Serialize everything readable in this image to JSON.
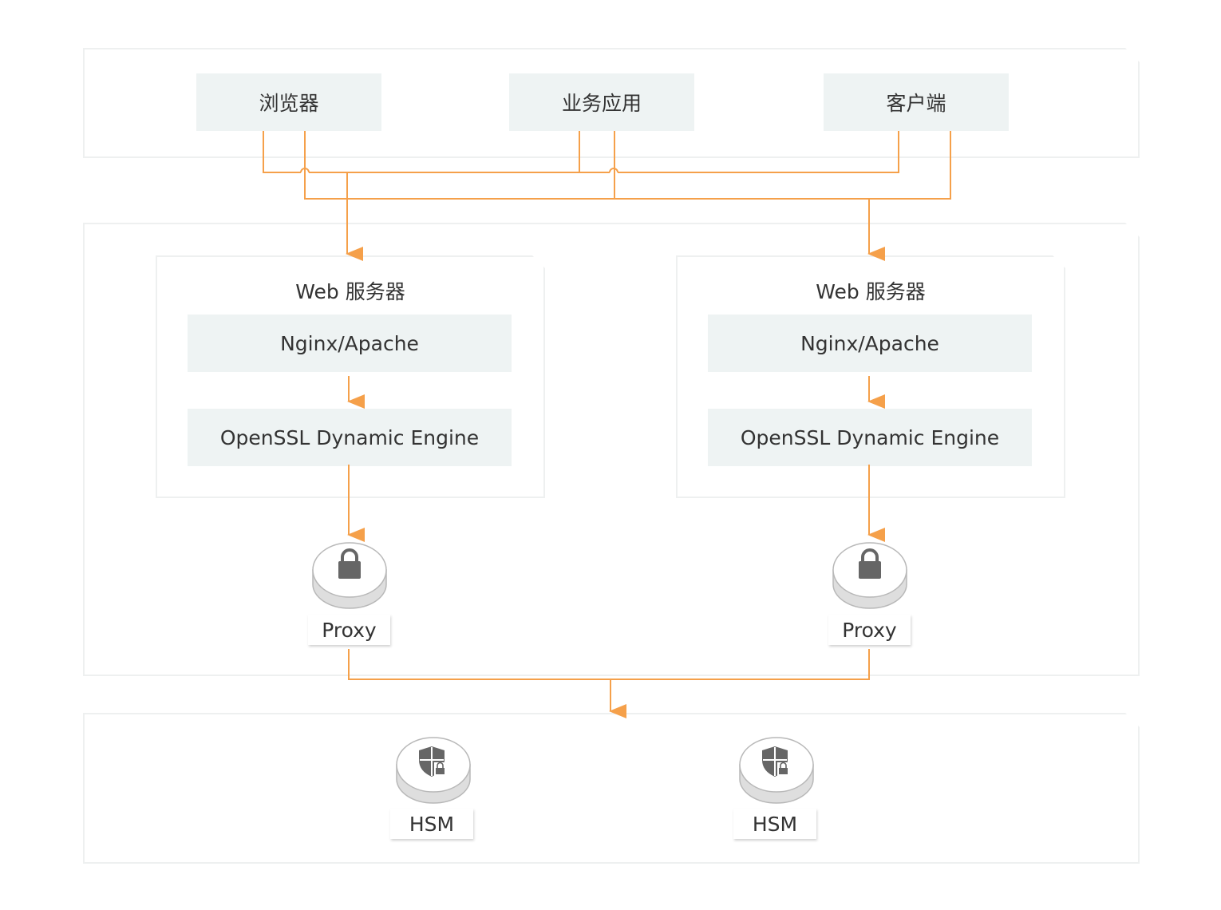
{
  "colors": {
    "connector": "#f5a04a",
    "box_fill": "#eef3f3",
    "tier_border": "#eef0f0",
    "icon": "#666666"
  },
  "clients": {
    "browser": "浏览器",
    "business_app": "业务应用",
    "desktop_client": "客户端"
  },
  "web_servers": [
    {
      "title": "Web 服务器",
      "server": "Nginx/Apache",
      "engine": "OpenSSL Dynamic Engine"
    },
    {
      "title": "Web 服务器",
      "server": "Nginx/Apache",
      "engine": "OpenSSL Dynamic Engine"
    }
  ],
  "proxies": [
    {
      "label": "Proxy",
      "icon": "lock-icon"
    },
    {
      "label": "Proxy",
      "icon": "lock-icon"
    }
  ],
  "hsms": [
    {
      "label": "HSM",
      "icon": "shield-lock-icon"
    },
    {
      "label": "HSM",
      "icon": "shield-lock-icon"
    }
  ]
}
